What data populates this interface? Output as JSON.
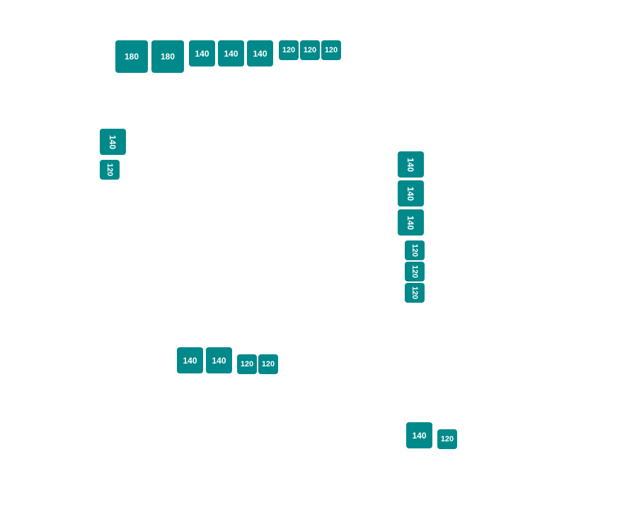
{
  "tiles": {
    "top_row": [
      "180",
      "180",
      "140",
      "140",
      "140",
      "120",
      "120",
      "120"
    ],
    "left_column": [
      "140",
      "120"
    ],
    "right_column": [
      "140",
      "140",
      "140",
      "120",
      "120",
      "120"
    ],
    "bottom_row": [
      "140",
      "140",
      "120",
      "120"
    ],
    "bottom_right": [
      "140",
      "120"
    ]
  },
  "colors": {
    "tile_background": "#00898a",
    "tile_text": "#ffffff",
    "page_background": "#ffffff"
  }
}
